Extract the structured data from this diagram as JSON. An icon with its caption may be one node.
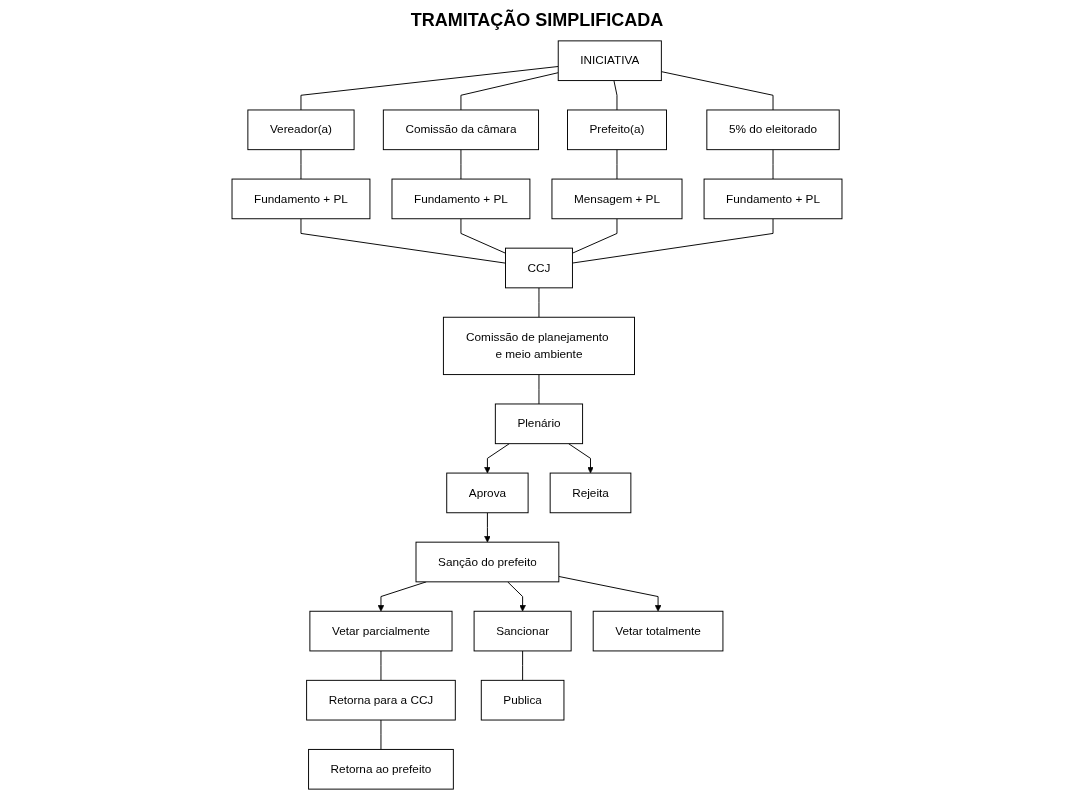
{
  "diagram": {
    "title": "TRAMITAÇÃO SIMPLIFICADA",
    "nodes": [
      {
        "text": [
          "INICIATIVA"
        ]
      },
      {
        "text": [
          "Vereador(a)"
        ]
      },
      {
        "text": [
          "Comissão da câmara"
        ]
      },
      {
        "text": [
          "Prefeito(a)"
        ]
      },
      {
        "text": [
          "5% do eleitorado"
        ]
      },
      {
        "text": [
          "Fundamento + PL"
        ]
      },
      {
        "text": [
          "Fundamento + PL"
        ]
      },
      {
        "text": [
          "Mensagem + PL"
        ]
      },
      {
        "text": [
          "Fundamento + PL"
        ]
      },
      {
        "text": [
          "CCJ"
        ]
      },
      {
        "text": [
          "Aprova"
        ]
      },
      {
        "text": [
          "Comissão de planejamento e meio ambiente"
        ]
      },
      {
        "text": [
          "Plenário"
        ]
      },
      {
        "text": [
          "Rejeita"
        ]
      },
      {
        "text": [
          "Sanção do prefeito"
        ]
      },
      {
        "text": [
          "Vetar parcialmente"
        ]
      },
      {
        "text": [
          "Sancionar"
        ]
      },
      {
        "text": [
          "Vetar totalmente"
        ]
      },
      {
        "text": [
          "Retorna para a CCJ"
        ]
      },
      {
        "text": [
          "Publica"
        ]
      },
      {
        "text": [
          "Retorna ao prefeito"
        ]
      }
    ],
    "edges": [
      {
        "from": 0,
        "to": 1,
        "arrow": "none"
      },
      {
        "from": 0,
        "to": 2,
        "arrow": "none"
      },
      {
        "from": 0,
        "to": 3,
        "arrow": "none"
      },
      {
        "from": 0,
        "to": 4,
        "arrow": "none"
      },
      {
        "from": 1,
        "to": 5,
        "arrow": "none"
      },
      {
        "from": 2,
        "to": 6,
        "arrow": "none"
      },
      {
        "from": 3,
        "to": 7,
        "arrow": "none"
      },
      {
        "from": 4,
        "to": 8,
        "arrow": "none"
      },
      {
        "from": 5,
        "to": 9,
        "arrow": "none"
      },
      {
        "from": 6,
        "to": 9,
        "arrow": "none"
      },
      {
        "from": 7,
        "to": 9,
        "arrow": "none"
      },
      {
        "from": 8,
        "to": 9,
        "arrow": "none"
      },
      {
        "from": 9,
        "to": 11,
        "arrow": "none"
      },
      {
        "from": 11,
        "to": 12,
        "arrow": "none"
      },
      {
        "from": 12,
        "to": 10,
        "arrow": "to"
      },
      {
        "from": 12,
        "to": 13,
        "arrow": "to"
      },
      {
        "from": 10,
        "to": 14,
        "arrow": "to"
      },
      {
        "from": 14,
        "to": 15,
        "arrow": "to"
      },
      {
        "from": 14,
        "to": 16,
        "arrow": "to"
      },
      {
        "from": 14,
        "to": 17,
        "arrow": "to"
      },
      {
        "from": 15,
        "to": 18,
        "arrow": "none"
      },
      {
        "from": 18,
        "to": 20,
        "arrow": "none"
      },
      {
        "from": 16,
        "to": 19,
        "arrow": "none"
      }
    ]
  }
}
